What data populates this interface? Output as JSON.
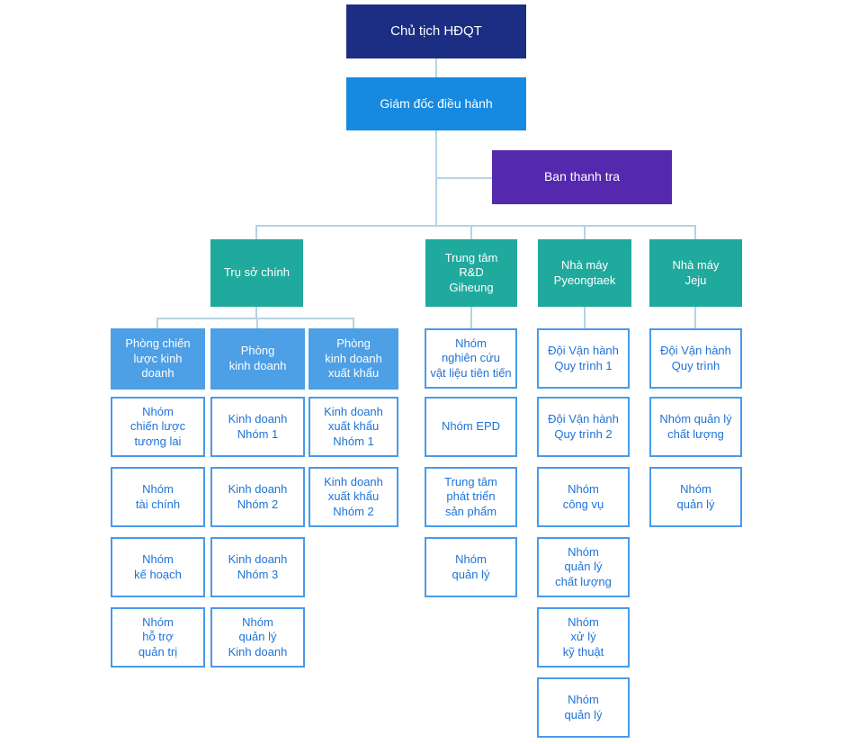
{
  "colors": {
    "navy": "#1b2e83",
    "blue": "#1789e0",
    "purple": "#5529ad",
    "teal": "#20a99d",
    "lightblue": "#4d9fe6",
    "team_border": "#4a9ae8",
    "team_text": "#1e73d8",
    "connector": "#b3d4e4"
  },
  "org": {
    "chairman": "Chủ tịch HĐQT",
    "ceo": "Giám đốc điều hành",
    "audit_board": "Ban thanh tra",
    "headquarters": {
      "label": "Trụ sở chính",
      "departments": [
        {
          "label": "Phòng chiến\nlược kinh\ndoanh",
          "teams": [
            "Nhóm\nchiến lược\ntương lai",
            "Nhóm\ntài chính",
            "Nhóm\nkế hoạch",
            "Nhóm\nhỗ trợ\nquản trị"
          ]
        },
        {
          "label": "Phòng\nkinh doanh",
          "teams": [
            "Kinh doanh\nNhóm 1",
            "Kinh doanh\nNhóm 2",
            "Kinh doanh\nNhóm 3",
            "Nhóm\nquản lý\nKinh doanh"
          ]
        },
        {
          "label": "Phòng\nkinh doanh\nxuất khẩu",
          "teams": [
            "Kinh doanh\nxuất khẩu\nNhóm 1",
            "Kinh doanh\nxuất khẩu\nNhóm 2"
          ]
        }
      ]
    },
    "sites": [
      {
        "label": "Trung tâm\nR&D\nGiheung",
        "teams": [
          "Nhóm\nnghiên cứu\nvật liệu tiên tiến",
          "Nhóm EPD",
          "Trung tâm\nphát triển\nsản phẩm",
          "Nhóm\nquản lý"
        ]
      },
      {
        "label": "Nhà máy\nPyeongtaek",
        "teams": [
          "Đội Vận hành\nQuy trình 1",
          "Đội Vận hành\nQuy trình 2",
          "Nhóm\ncông vụ",
          "Nhóm\nquản lý\nchất lượng",
          "Nhóm\nxử lý\nkỹ thuật",
          "Nhóm\nquản lý"
        ]
      },
      {
        "label": "Nhà máy\nJeju",
        "teams": [
          "Đội Vận hành\nQuy trình",
          "Nhóm quản lý\nchất lượng",
          "Nhóm\nquản lý"
        ]
      }
    ]
  }
}
